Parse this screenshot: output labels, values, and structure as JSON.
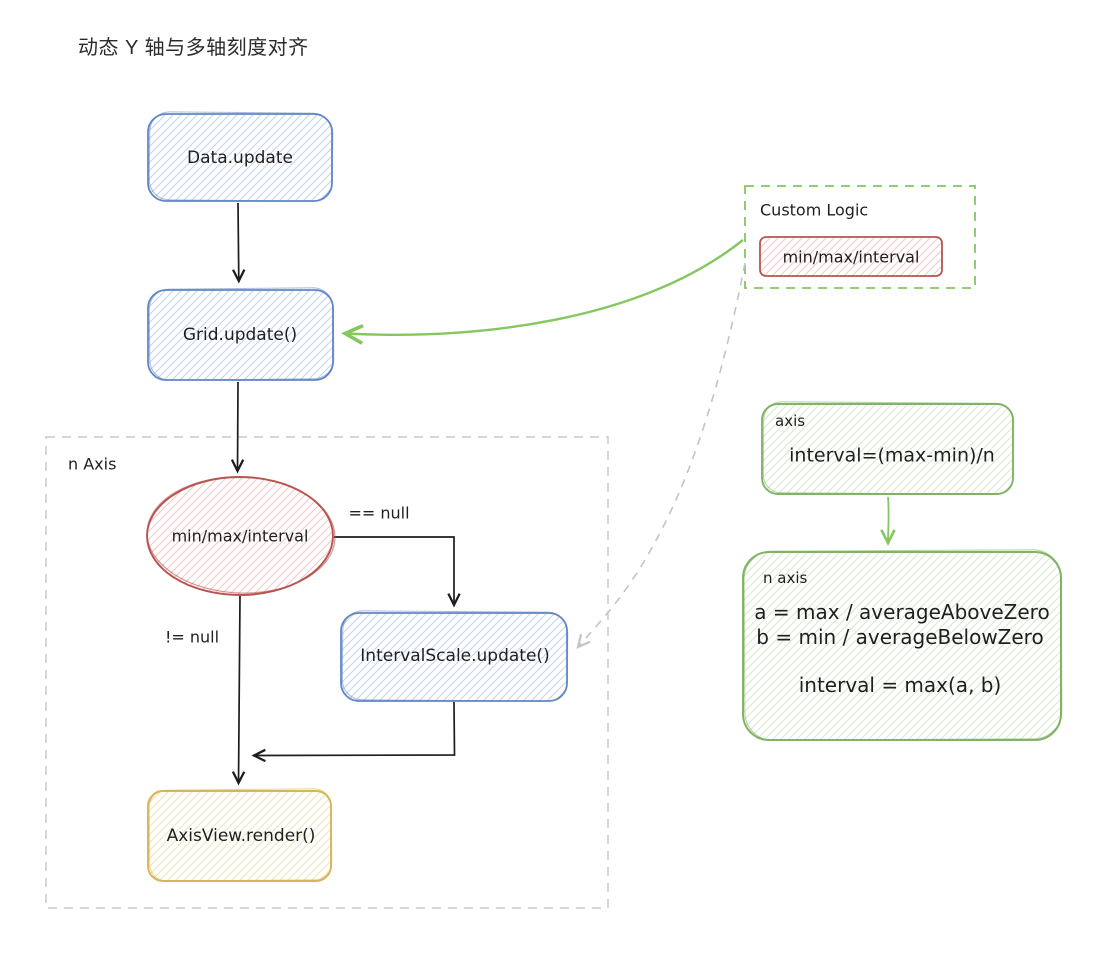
{
  "title": "动态 Y 轴与多轴刻度对齐",
  "diagram": {
    "nodes": {
      "data_update": {
        "label": "Data.update"
      },
      "grid_update": {
        "label": "Grid.update()"
      },
      "min_max_interval": {
        "label": "min/max/interval"
      },
      "interval_scale_update": {
        "label": "IntervalScale.update()"
      },
      "axis_view_render": {
        "label": "AxisView.render()"
      }
    },
    "groups": {
      "n_axis": {
        "label": "n Axis"
      },
      "custom_logic": {
        "label": "Custom Logic",
        "chip": "min/max/interval"
      }
    },
    "notes": {
      "axis_formula": {
        "label": "axis",
        "formula": "interval=(max-min)/n"
      },
      "n_axis_formula": {
        "label": "n axis",
        "line_a": "a = max / averageAboveZero",
        "line_b": "b = min / averageBelowZero",
        "line_interval": "interval = max(a, b)"
      }
    },
    "edge_labels": {
      "eq_null": "== null",
      "neq_null": "!= null"
    },
    "colors": {
      "blue_stroke": "#6286c5",
      "blue_hatch": "#c3d3ec",
      "red_stroke": "#b85450",
      "red_hatch": "#f0c9c6",
      "yellow_stroke": "#d6b656",
      "yellow_hatch": "#f2e2b6",
      "green_stroke": "#82b366",
      "green_hatch": "#d5e8ca",
      "bright_green": "#85c75f",
      "gray_dashed": "#c9c9c9",
      "gray_arrow": "#c4c4c4",
      "arrow_black": "#1d1d1d"
    }
  }
}
